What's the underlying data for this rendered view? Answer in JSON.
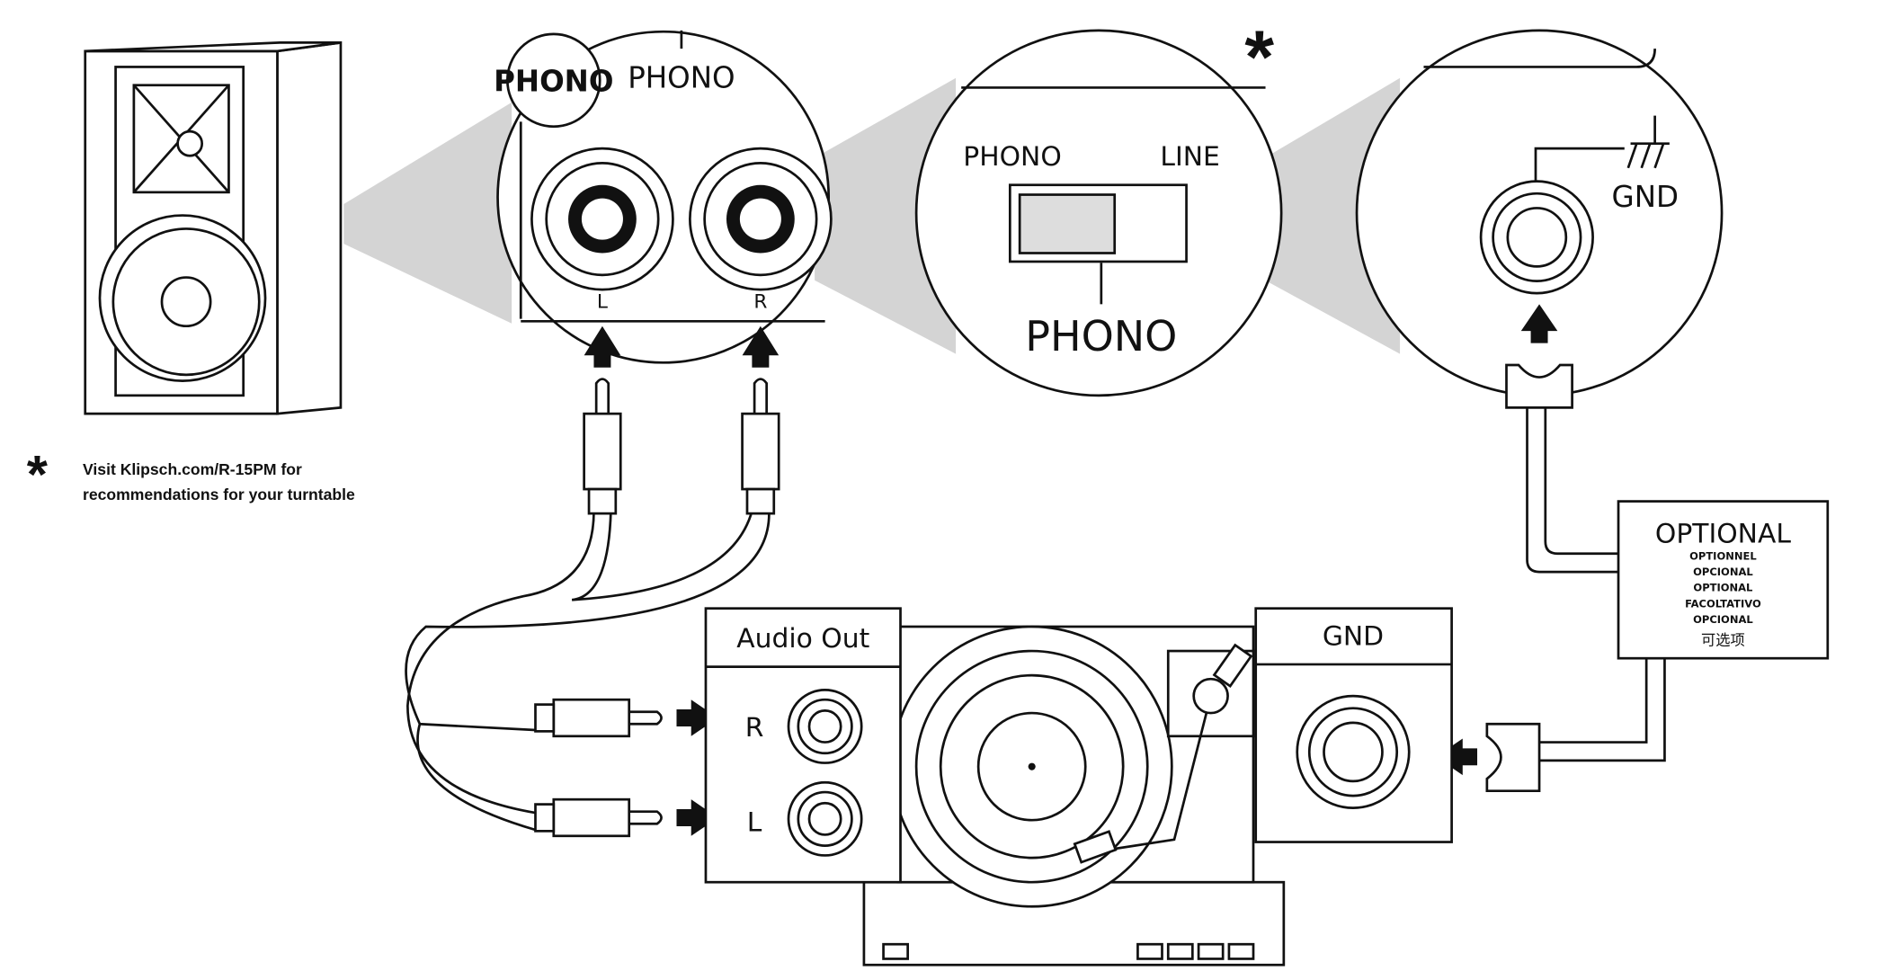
{
  "note": {
    "asterisk": "*",
    "line1": "Visit Klipsch.com/R-15PM for",
    "line2": "recommendations for your turntable"
  },
  "phono_detail": {
    "badge": "PHONO",
    "label": "PHONO",
    "left": "L",
    "right": "R"
  },
  "switch_detail": {
    "left_label": "PHONO",
    "right_label": "LINE",
    "selected": "PHONO",
    "asterisk": "*"
  },
  "gnd_detail": {
    "label": "GND"
  },
  "turntable": {
    "audio_out": "Audio Out",
    "r": "R",
    "l": "L",
    "gnd": "GND"
  },
  "optional": {
    "title": "OPTIONAL",
    "translations": [
      "OPTIONNEL",
      "OPCIONAL",
      "OPTIONAL",
      "FACOLTATIVO",
      "OPCIONAL",
      "可选项"
    ]
  }
}
